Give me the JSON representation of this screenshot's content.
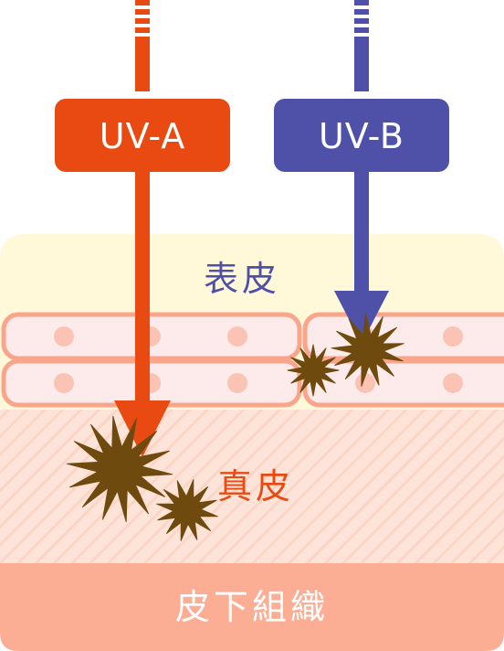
{
  "rays": {
    "uva": {
      "label": "UV-A",
      "color": "#E84A12"
    },
    "uvb": {
      "label": "UV-B",
      "color": "#4F51A8"
    }
  },
  "layers": {
    "epidermis": {
      "label": "表皮",
      "color": "#FFF9DA",
      "label_color": "#4F51A8"
    },
    "dermis": {
      "label": "真皮",
      "color": "#FDE3D8",
      "label_color": "#E84A12"
    },
    "subcutis": {
      "label": "皮下組織",
      "color": "#FCAE94",
      "label_color": "#FFFFFF"
    }
  },
  "colors": {
    "cell_fill": "#FDEAEA",
    "cell_border": "#F9A58C",
    "cell_dot": "#FBC3B4",
    "damage": "#6E4A0E"
  }
}
